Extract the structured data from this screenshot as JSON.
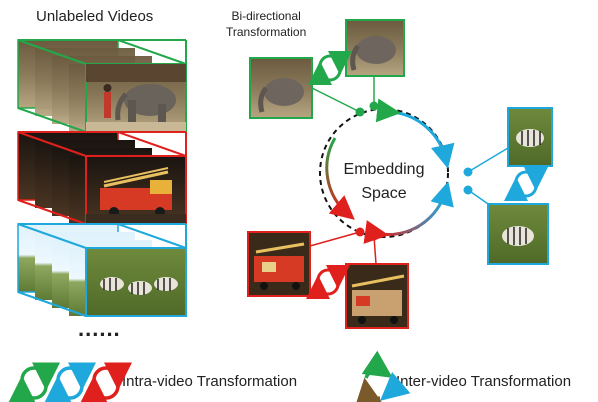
{
  "titles": {
    "unlabeled_videos": "Unlabeled Videos",
    "bidirectional_line1": "Bi-directional",
    "bidirectional_line2": "Transformation",
    "embedding_line1": "Embedding",
    "embedding_line2": "Space",
    "ellipsis": "......"
  },
  "legend": {
    "intra_label": "Intra-video Transformation",
    "inter_label": "Inter-video Transformation"
  },
  "colors": {
    "green": "#22a84a",
    "blue": "#1ea8dc",
    "red": "#e0201c",
    "brown": "#7a5a2a"
  },
  "videos": [
    {
      "name": "elephant",
      "color": "green",
      "scene": "elephant-with-handler"
    },
    {
      "name": "fire-truck",
      "color": "red",
      "scene": "fire-truck-at-night"
    },
    {
      "name": "zebras",
      "color": "blue",
      "scene": "zebras-on-grass"
    }
  ]
}
